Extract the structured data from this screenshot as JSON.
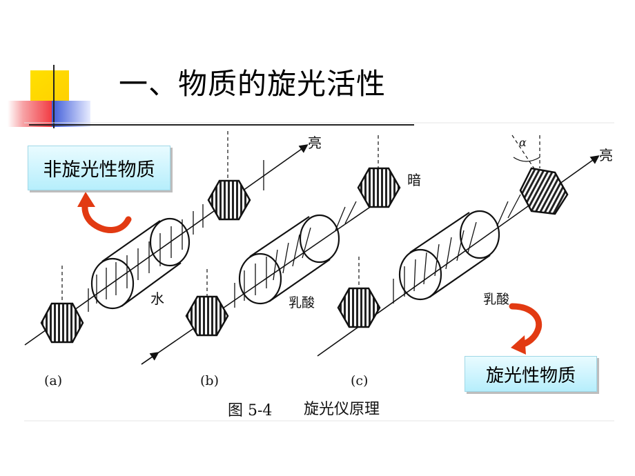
{
  "slide": {
    "title": "一、物质的旋光活性",
    "callouts": {
      "non_optical": "非旋光性物质",
      "optical": "旋光性物质"
    }
  },
  "figure": {
    "panel_labels": [
      "(a)",
      "(b)",
      "(c)"
    ],
    "light_labels": {
      "bright_a": "亮",
      "dark_b": "暗",
      "bright_c": "亮"
    },
    "tube_labels": {
      "water": "水",
      "lactic_acid_b": "乳酸",
      "lactic_acid_c": "乳酸"
    },
    "angle_label": "α",
    "caption_number": "图 5-4",
    "caption_text": "旋光仪原理"
  },
  "colors": {
    "accent_yellow": "#ffd800",
    "accent_red": "#f23c44",
    "accent_blue": "#6e86e8",
    "arrow_red": "#e23a12",
    "callout_fill": "#b6eefc"
  }
}
